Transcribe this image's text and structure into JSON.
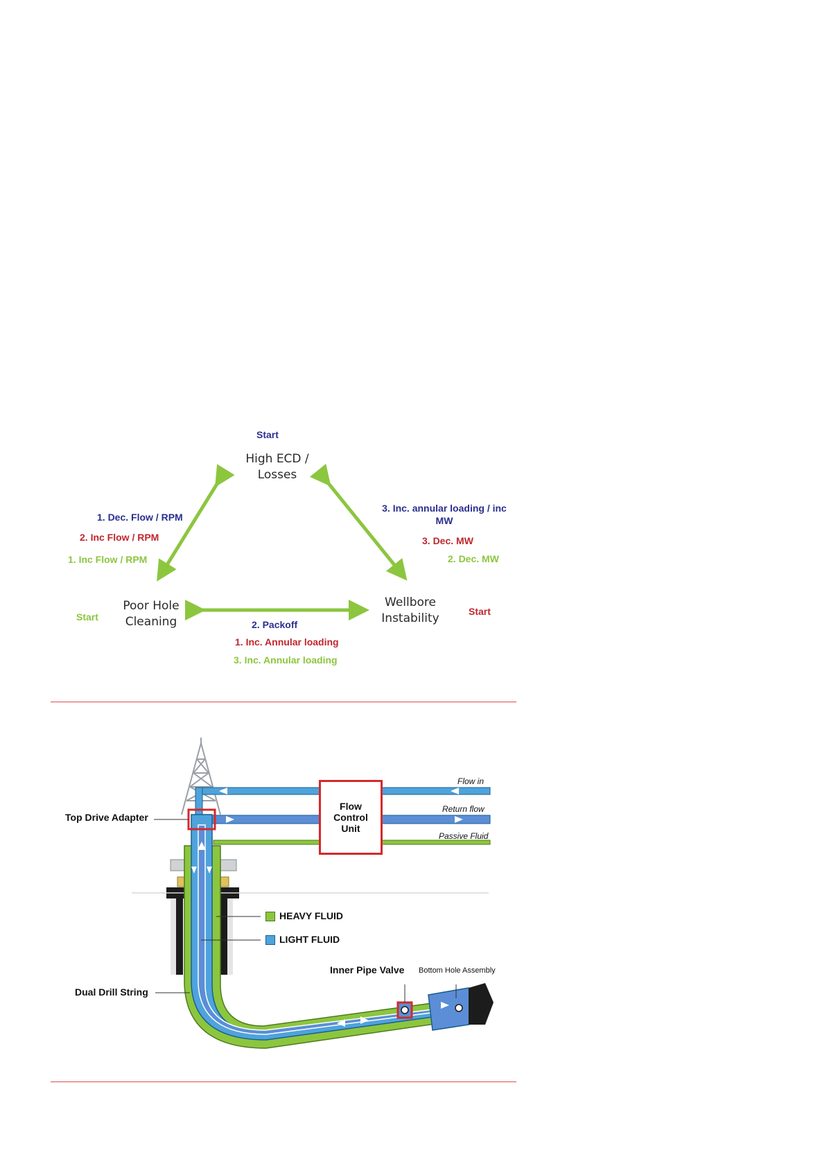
{
  "cycle": {
    "top_start": "Start",
    "node_top": [
      "High ECD /",
      "Losses"
    ],
    "node_left": [
      "Poor Hole",
      "Cleaning"
    ],
    "node_right": [
      "Wellbore",
      "Instability"
    ],
    "left_start": "Start",
    "right_start": "Start",
    "left_edge": {
      "blue": "1.  Dec. Flow / RPM",
      "red": "2.  Inc Flow  / RPM",
      "green": "1.  Inc Flow / RPM"
    },
    "right_edge": {
      "blue_line1": "3.  Inc. annular loading / inc",
      "blue_line2": "MW",
      "red": "3.  Dec. MW",
      "green": "2.  Dec. MW"
    },
    "bottom_edge": {
      "blue": "2.  Packoff",
      "red": "1.  Inc. Annular loading",
      "green": "3.  Inc. Annular loading"
    },
    "colors": {
      "blue": "#2b2f8f",
      "red": "#c0262d",
      "green": "#8cc63f",
      "arrow": "#8cc63f"
    }
  },
  "well": {
    "top_drive_adapter": "Top Drive Adapter",
    "flow_control_unit": [
      "Flow",
      "Control",
      "Unit"
    ],
    "flow_in": "Flow in",
    "return_flow": "Return flow",
    "passive_fluid": "Passive Fluid",
    "legend": [
      {
        "label": "HEAVY FLUID",
        "color": "#8cc63f"
      },
      {
        "label": "LIGHT FLUID",
        "color": "#4fa3dc"
      }
    ],
    "inner_pipe_valve": "Inner Pipe Valve",
    "bottom_hole_assembly": "Bottom Hole Assembly",
    "dual_drill_string": "Dual Drill String",
    "colors": {
      "heavy": "#8cc63f",
      "light": "#4fa3dc",
      "inner": "#5b8ed6",
      "highlight": "#d42a2a"
    }
  }
}
